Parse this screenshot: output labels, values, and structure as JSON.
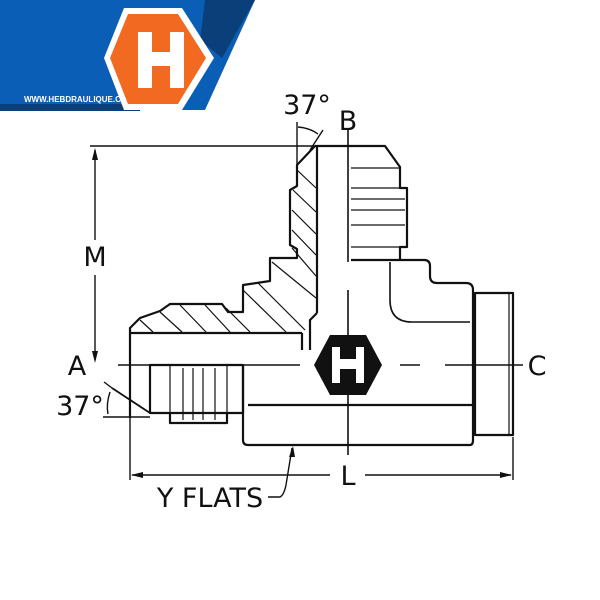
{
  "banner": {
    "url_text": "WWW.HEBDRAULIQUE.CA",
    "logo_letter": "H",
    "colors": {
      "blue": "#0a5eb5",
      "dark_blue": "#0b3f7a",
      "orange": "#f26a21"
    }
  },
  "drawing": {
    "angle_top": "37°",
    "angle_left": "37°",
    "port_a": "A",
    "port_b": "B",
    "port_c": "C",
    "dim_m": "M",
    "dim_l": "L",
    "flats": "Y FLATS",
    "center_logo_letter": "H"
  }
}
